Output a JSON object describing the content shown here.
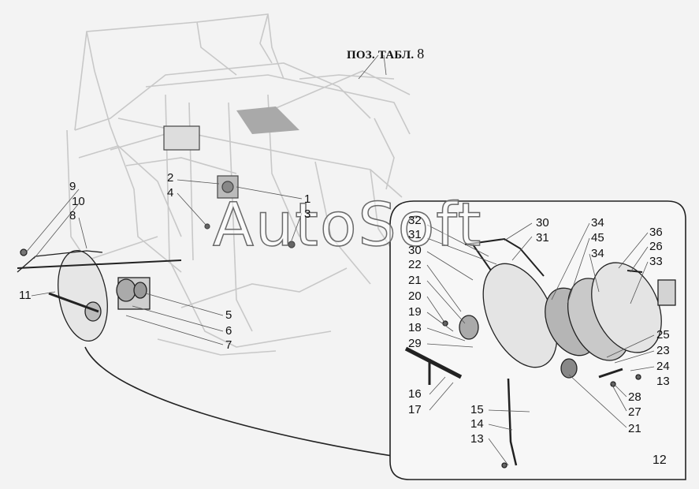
{
  "diagram": {
    "ref_label": "ПОЗ. ТАБЛ.",
    "ref_number": "8",
    "watermark": "AutoSoft",
    "view_number": "12",
    "callouts_main": [
      "9",
      "10",
      "8",
      "11",
      "2",
      "4",
      "1",
      "3",
      "5",
      "6",
      "7"
    ],
    "callouts_detail": [
      "32",
      "31",
      "30",
      "22",
      "21",
      "20",
      "19",
      "18",
      "29",
      "16",
      "17",
      "30",
      "31",
      "34",
      "45",
      "34",
      "36",
      "26",
      "33",
      "25",
      "23",
      "24",
      "13",
      "28",
      "27",
      "21",
      "15",
      "14",
      "13"
    ]
  }
}
